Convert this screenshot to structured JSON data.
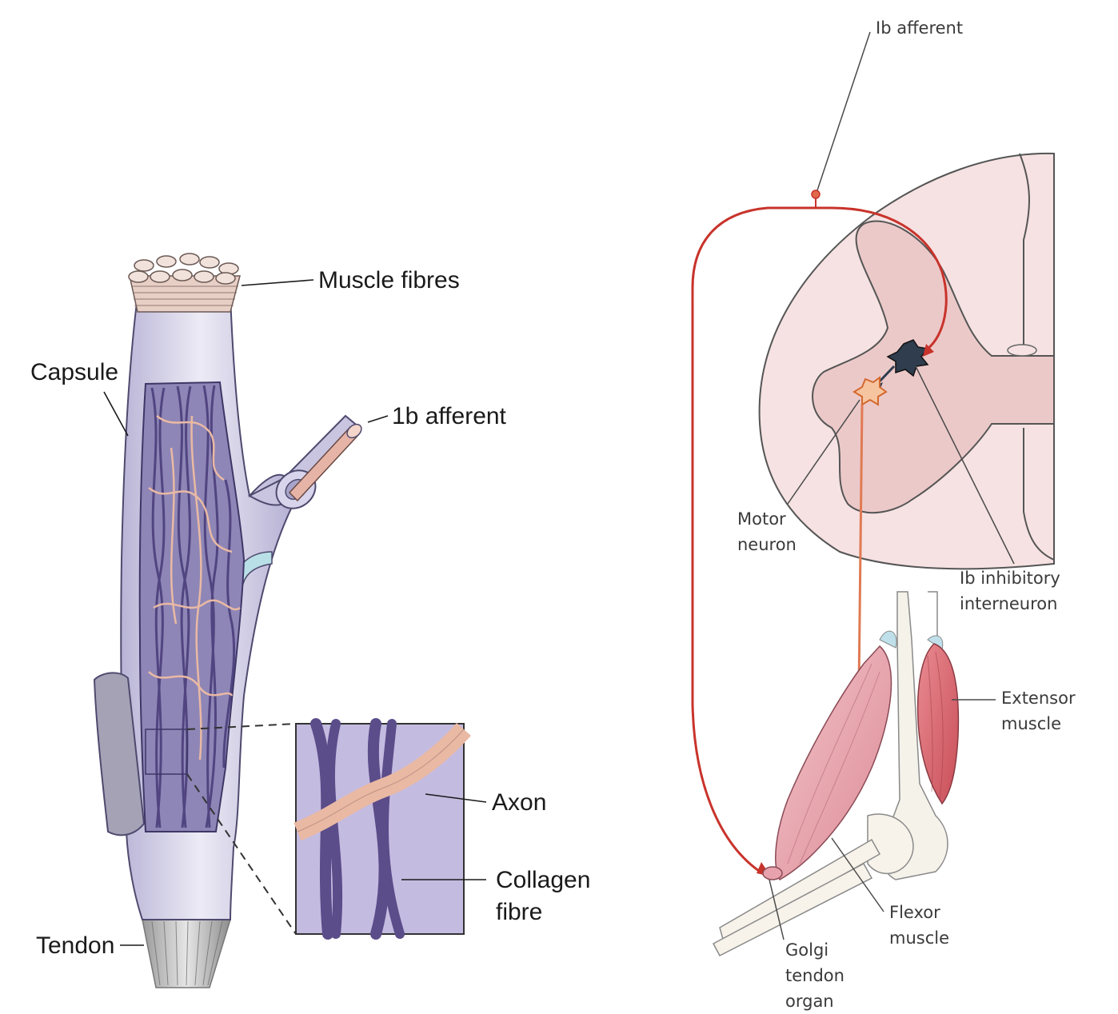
{
  "left_panel": {
    "labels": {
      "muscle_fibres": "Muscle fibres",
      "capsule": "Capsule",
      "afferent": "1b afferent",
      "axon": "Axon",
      "collagen_line1": "Collagen",
      "collagen_line2": "fibre",
      "tendon": "Tendon"
    }
  },
  "right_panel": {
    "labels": {
      "afferent": "Ib afferent",
      "motor_line1": "Motor",
      "motor_line2": "neuron",
      "inhib_line1": "Ib inhibitory",
      "inhib_line2": "interneuron",
      "extensor_line1": "Extensor",
      "extensor_line2": "muscle",
      "flexor_line1": "Flexor",
      "flexor_line2": "muscle",
      "golgi_line1": "Golgi",
      "golgi_line2": "tendon",
      "golgi_line3": "organ"
    }
  },
  "colors": {
    "capsule": "#d9d6ea",
    "collagen": "#5b4c8a",
    "axon": "#e8b8a6",
    "spinal_grey": "#f6e2e2",
    "afferent_line": "#c8332b",
    "flexor_muscle": "#e7a2ad",
    "extensor_muscle": "#d9606a"
  }
}
